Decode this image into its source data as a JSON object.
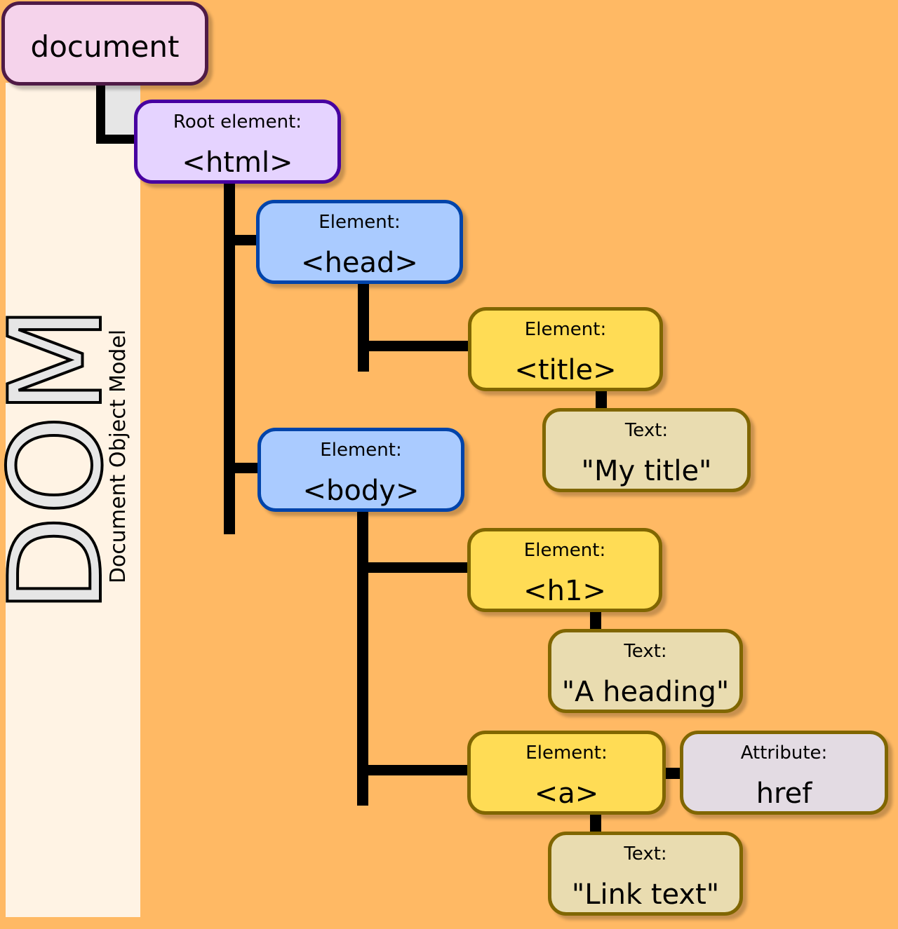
{
  "side": {
    "title": "DOM",
    "subtitle": "Document Object Model"
  },
  "nodes": {
    "document": {
      "value": "document"
    },
    "html": {
      "label": "Root element:",
      "value": "<html>"
    },
    "head": {
      "label": "Element:",
      "value": "<head>"
    },
    "title": {
      "label": "Element:",
      "value": "<title>"
    },
    "title_text": {
      "label": "Text:",
      "value": "\"My title\""
    },
    "body": {
      "label": "Element:",
      "value": "<body>"
    },
    "h1": {
      "label": "Element:",
      "value": "<h1>"
    },
    "h1_text": {
      "label": "Text:",
      "value": "\"A heading\""
    },
    "a": {
      "label": "Element:",
      "value": "<a>"
    },
    "href": {
      "label": "Attribute:",
      "value": "href"
    },
    "a_text": {
      "label": "Text:",
      "value": "\"Link text\""
    }
  },
  "colors": {
    "background": "#FFB964",
    "side_panel": "#FFF3E4",
    "document_fill": "#F5D3EB",
    "root_fill": "#E5D3FF",
    "element_fill": "#AACBFF",
    "leaf_element_fill": "#FFDC55",
    "text_fill": "#E9DCB0",
    "attribute_fill": "#E3DBE3"
  }
}
